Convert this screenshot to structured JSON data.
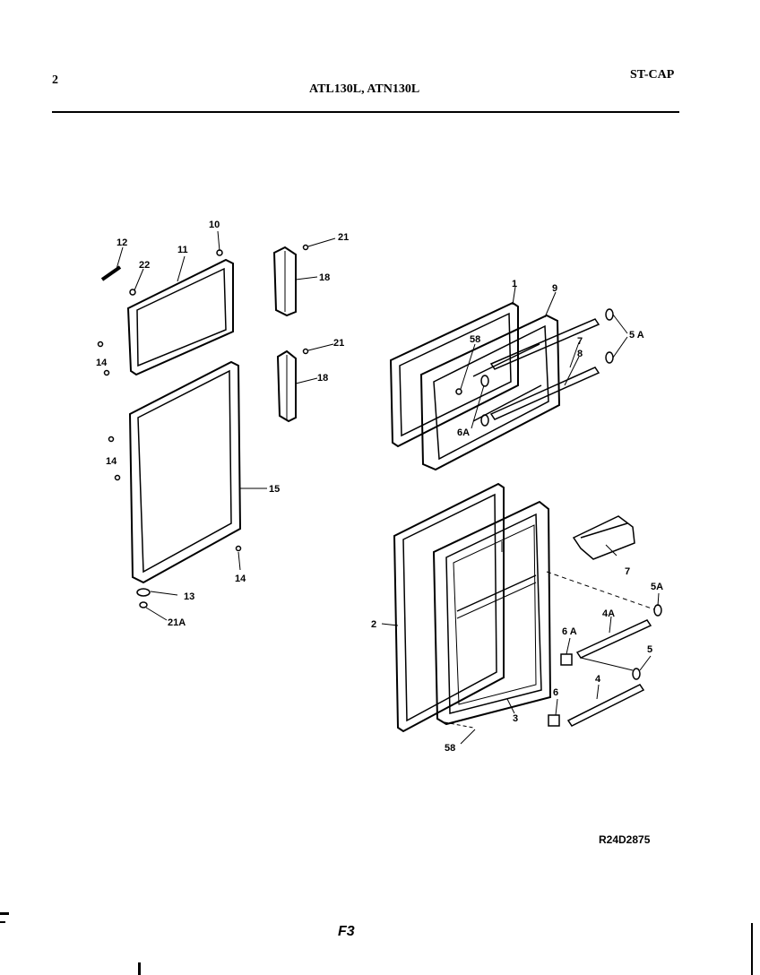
{
  "header": {
    "page_number": "2",
    "models": "ATL130L, ATN130L",
    "doc_code": "ST-CAP"
  },
  "footer": {
    "reference_code": "R24D2875",
    "figure_label": "F3"
  },
  "callouts": {
    "c12": "12",
    "c22": "22",
    "c11": "11",
    "c10": "10",
    "c21a": "21",
    "c18a": "18",
    "c21b": "21",
    "c18b": "18",
    "c14a": "14",
    "c14b": "14",
    "c15": "15",
    "c14c": "14",
    "c13": "13",
    "c21A": "21A",
    "c1": "1",
    "c9": "9",
    "c7a": "7",
    "c8": "8",
    "c5A_top": "5 A",
    "c58a": "58",
    "c6A_top": "6A",
    "c7b": "7",
    "c5A_mid": "5A",
    "c4A": "4A",
    "c6A_mid": "6 A",
    "c2": "2",
    "c5": "5",
    "c6": "6",
    "c4": "4",
    "c3": "3",
    "c58b": "58"
  },
  "colors": {
    "ink": "#000000",
    "paper": "#ffffff"
  }
}
